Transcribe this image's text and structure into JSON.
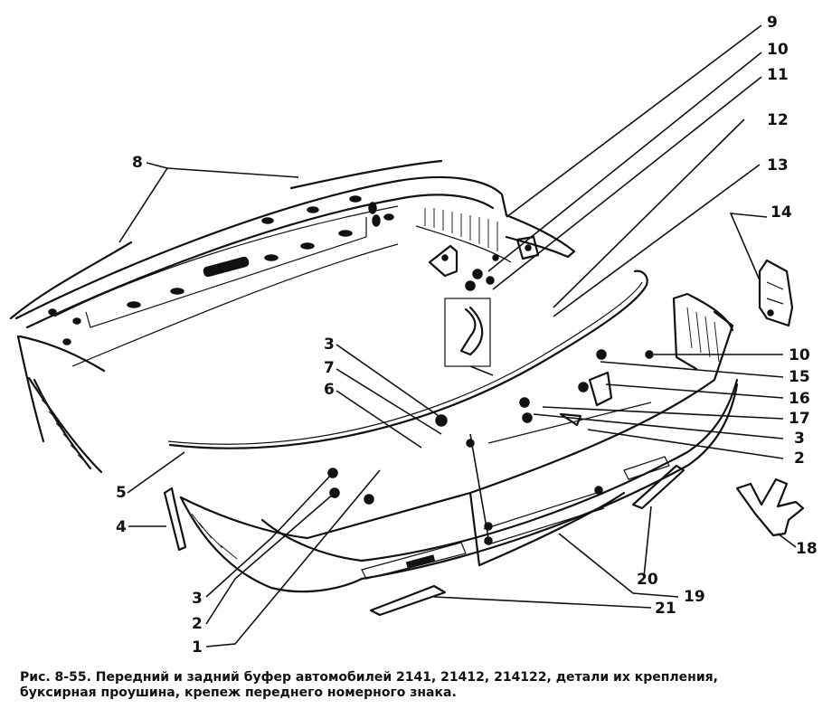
{
  "figure": {
    "caption": "Рис. 8-55. Передний и задний буфер автомобилей 2141, 21412, 214122, детали их крепления,\nбуксирная проушина, крепеж переднего номерного знака."
  },
  "callouts": [
    {
      "id": "c9",
      "text": "9"
    },
    {
      "id": "c10a",
      "text": "10"
    },
    {
      "id": "c11",
      "text": "11"
    },
    {
      "id": "c12",
      "text": "12"
    },
    {
      "id": "c13",
      "text": "13"
    },
    {
      "id": "c14",
      "text": "14"
    },
    {
      "id": "c8",
      "text": "8"
    },
    {
      "id": "c3a",
      "text": "3"
    },
    {
      "id": "c7",
      "text": "7"
    },
    {
      "id": "c6",
      "text": "6"
    },
    {
      "id": "c10b",
      "text": "10"
    },
    {
      "id": "c15",
      "text": "15"
    },
    {
      "id": "c16",
      "text": "16"
    },
    {
      "id": "c17",
      "text": "17"
    },
    {
      "id": "c3b",
      "text": "3"
    },
    {
      "id": "c2a",
      "text": "2"
    },
    {
      "id": "c5",
      "text": "5"
    },
    {
      "id": "c4",
      "text": "4"
    },
    {
      "id": "c18",
      "text": "18"
    },
    {
      "id": "c20",
      "text": "20"
    },
    {
      "id": "c19",
      "text": "19"
    },
    {
      "id": "c21",
      "text": "21"
    },
    {
      "id": "c3c",
      "text": "3"
    },
    {
      "id": "c2b",
      "text": "2"
    },
    {
      "id": "c1",
      "text": "1"
    }
  ]
}
